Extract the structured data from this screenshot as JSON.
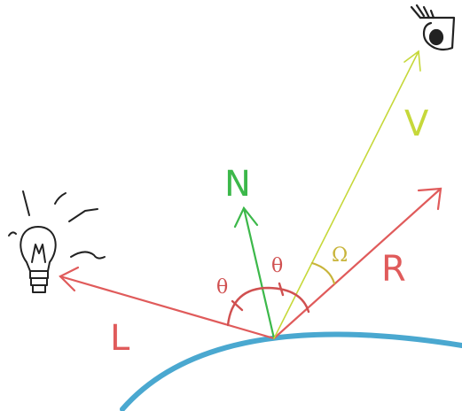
{
  "colors": {
    "surface": "#4aa8d0",
    "light_vector": "#e05b5b",
    "reflect_vector": "#e05b5b",
    "normal_vector": "#3cb84a",
    "view_vector": "#c6d83a",
    "angle_theta": "#d05050",
    "angle_omega": "#c8b43a",
    "sketch": "#222222"
  },
  "icons": {
    "light_source": "lightbulb-icon",
    "viewer": "eye-icon"
  },
  "labels": {
    "light": "L",
    "normal": "N",
    "view": "V",
    "reflection": "R",
    "theta_left": "θ",
    "theta_right": "θ",
    "omega": "Ω"
  }
}
